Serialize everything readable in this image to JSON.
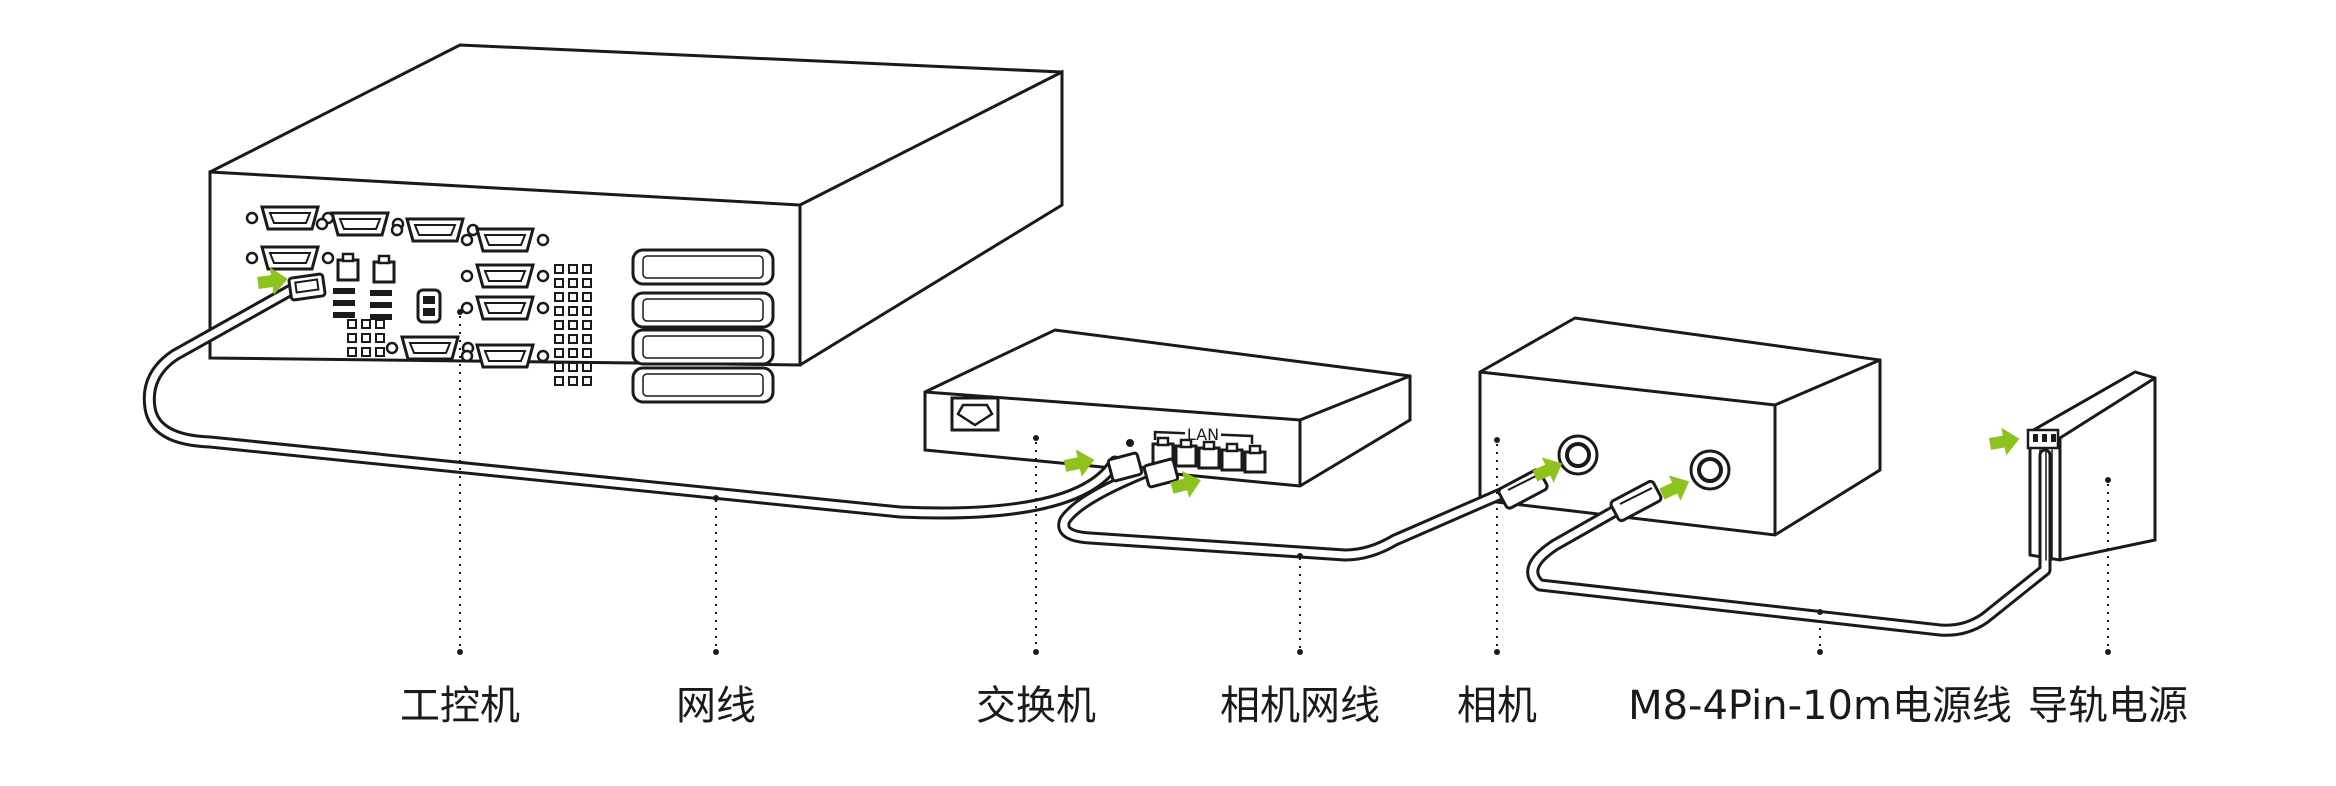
{
  "labels": {
    "ipc": "工控机",
    "net_cable": "网线",
    "switch": "交换机",
    "camera_cable": "相机网线",
    "camera": "相机",
    "power_cable": "M8-4Pin-10m电源线",
    "rail_power": "导轨电源"
  },
  "switch_port_label": "LAN",
  "colors": {
    "stroke": "#1a1a1a",
    "arrow": "#8dc21f",
    "background": "#ffffff"
  }
}
